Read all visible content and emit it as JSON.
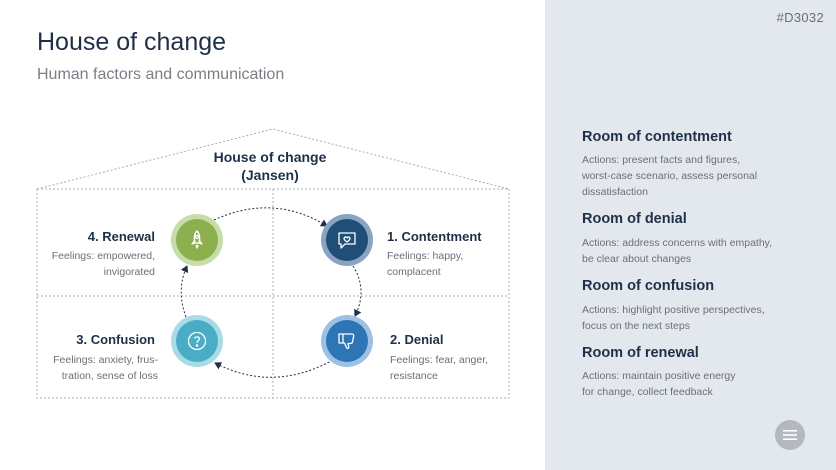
{
  "slide_id": "#D3032",
  "title": "House of change",
  "subtitle": "Human factors and communication",
  "house": {
    "title": "House of change",
    "subtitle": "(Jansen)"
  },
  "rooms": [
    {
      "title": "1. Contentment",
      "desc_lines": [
        "Feelings: happy,",
        "complacent"
      ],
      "color": "#1f4e79"
    },
    {
      "title": "2. Denial",
      "desc_lines": [
        "Feelings: fear, anger,",
        "resistance"
      ],
      "color": "#2e75b6"
    },
    {
      "title": "3. Confusion",
      "desc_lines": [
        "Feelings: anxiety, frus-",
        "tration, sense of loss"
      ],
      "color": "#4bacc6"
    },
    {
      "title": "4. Renewal",
      "desc_lines": [
        "Feelings: empowered,",
        "invigorated"
      ],
      "color": "#8db04f"
    }
  ],
  "icons": [
    "chat-heart-icon",
    "thumbs-down-icon",
    "question-icon",
    "rocket-icon"
  ],
  "sidebar": [
    {
      "heading": "Room of contentment",
      "lines": [
        "Actions: present facts and figures,",
        "worst-case scenario, assess personal",
        "dissatisfaction"
      ]
    },
    {
      "heading": "Room of denial",
      "lines": [
        "Actions: address concerns with empathy,",
        "be clear about changes"
      ]
    },
    {
      "heading": "Room of confusion",
      "lines": [
        "Actions: highlight positive perspectives,",
        "focus on the next steps"
      ]
    },
    {
      "heading": "Room of renewal",
      "lines": [
        "Actions: maintain positive energy",
        "for change, collect feedback"
      ]
    }
  ]
}
